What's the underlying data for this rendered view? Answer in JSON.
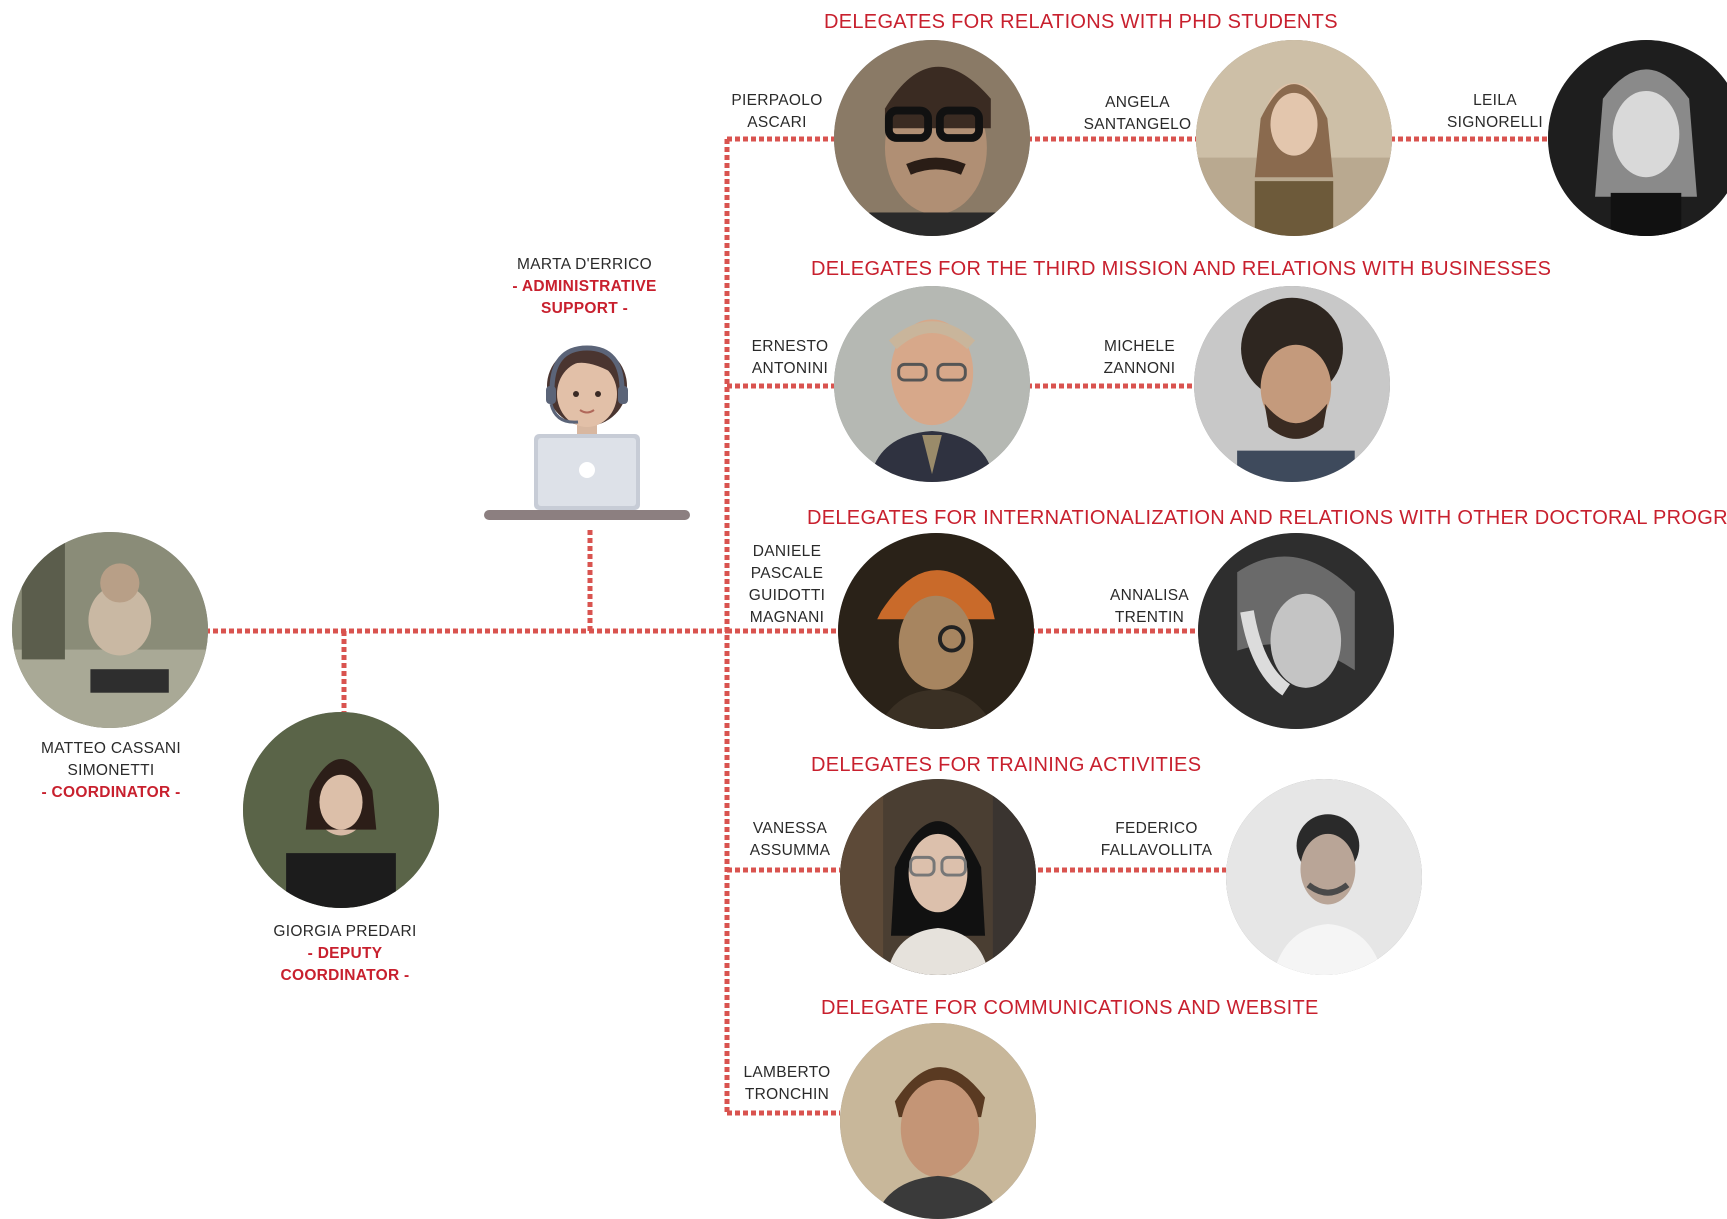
{
  "colors": {
    "accent": "#c8202e",
    "connector": "#d9534f"
  },
  "coordinator": {
    "name_lines": [
      "MATTEO CASSANI",
      "SIMONETTI"
    ],
    "role": "- COORDINATOR -"
  },
  "deputy": {
    "name_lines": [
      "GIORGIA PREDARI"
    ],
    "role_lines": [
      "- DEPUTY",
      "COORDINATOR -"
    ]
  },
  "admin": {
    "name": "MARTA D'ERRICO",
    "role_lines": [
      "- ADMINISTRATIVE",
      "SUPPORT -"
    ]
  },
  "sections": {
    "phd": {
      "title": "DELEGATES FOR RELATIONS WITH PHD STUDENTS",
      "members": [
        {
          "lines": [
            "PIERPAOLO",
            "ASCARI"
          ]
        },
        {
          "lines": [
            "ANGELA",
            "SANTANGELO"
          ]
        },
        {
          "lines": [
            "LEILA",
            "SIGNORELLI"
          ]
        }
      ]
    },
    "third_mission": {
      "title": "DELEGATES FOR THE THIRD MISSION AND RELATIONS WITH BUSINESSES",
      "members": [
        {
          "lines": [
            "ERNESTO",
            "ANTONINI"
          ]
        },
        {
          "lines": [
            "MICHELE",
            "ZANNONI"
          ]
        }
      ]
    },
    "international": {
      "title": "DELEGATES FOR INTERNATIONALIZATION AND RELATIONS WITH OTHER DOCTORAL PROGRAMS",
      "members": [
        {
          "lines": [
            "DANIELE",
            "PASCALE",
            "GUIDOTTI",
            "MAGNANI"
          ]
        },
        {
          "lines": [
            "ANNALISA",
            "TRENTIN"
          ]
        }
      ]
    },
    "training": {
      "title": "DELEGATES FOR TRAINING ACTIVITIES",
      "members": [
        {
          "lines": [
            "VANESSA",
            "ASSUMMA"
          ]
        },
        {
          "lines": [
            "FEDERICO",
            "FALLAVOLLITA"
          ]
        }
      ]
    },
    "communications": {
      "title": "DELEGATE FOR COMMUNICATIONS AND WEBSITE",
      "members": [
        {
          "lines": [
            "LAMBERTO",
            "TRONCHIN"
          ]
        }
      ]
    }
  }
}
